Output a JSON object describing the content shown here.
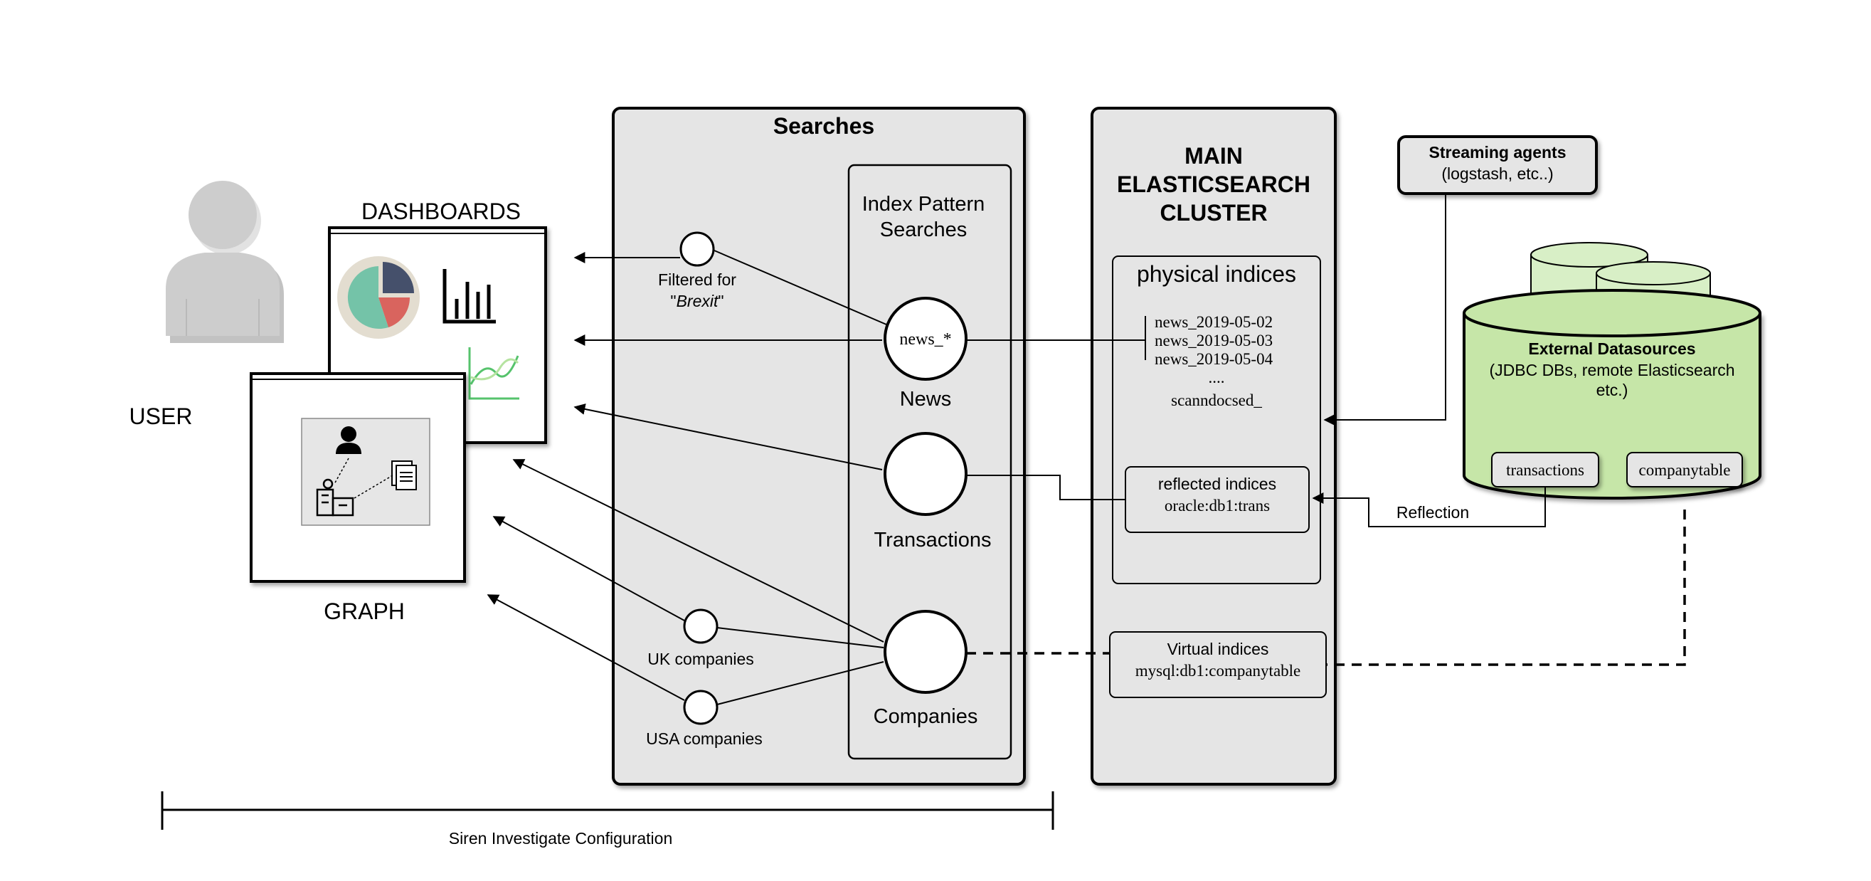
{
  "user": {
    "label": "USER"
  },
  "dashboards": {
    "label": "DASHBOARDS"
  },
  "graph": {
    "label": "GRAPH"
  },
  "searches": {
    "title": "Searches",
    "filtered": {
      "line1": "Filtered for",
      "quote_open": "\"",
      "emphasis": "Brexit",
      "quote_close": "\""
    },
    "uk_label": "UK companies",
    "usa_label": "USA companies",
    "index_pattern": {
      "line1": "Index Pattern",
      "line2": "Searches",
      "news_node": "news_*",
      "news_label": "News",
      "transactions_label": "Transactions",
      "companies_label": "Companies"
    }
  },
  "cluster": {
    "title_line1": "MAIN",
    "title_line2": "ELASTICSEARCH",
    "title_line3": "CLUSTER",
    "physical": {
      "title": "physical indices",
      "items": [
        "news_2019-05-02",
        "news_2019-05-03",
        "news_2019-05-04",
        "....",
        "scanndocsed_"
      ]
    },
    "reflected": {
      "title": "reflected indices",
      "item": "oracle:db1:trans"
    },
    "virtual": {
      "title": "Virtual indices",
      "item": "mysql:db1:companytable"
    }
  },
  "streaming": {
    "title": "Streaming agents",
    "subtitle": "(logstash, etc..)"
  },
  "external": {
    "title": "External Datasources",
    "subtitle_line1": "(JDBC DBs, remote Elasticsearch",
    "subtitle_line2": "etc.)",
    "table1": "transactions",
    "table2": "companytable"
  },
  "reflection_label": "Reflection",
  "bracket_label": "Siren Investigate Configuration",
  "colors": {
    "panel_fill": "#e5e5e5",
    "datasource_green": "#c6e6a8",
    "datasource_green_light": "#d8efc6",
    "pie_teal": "#74c3a8",
    "pie_navy": "#45506b",
    "pie_red": "#d9645e",
    "line_green": "#56c36c"
  }
}
